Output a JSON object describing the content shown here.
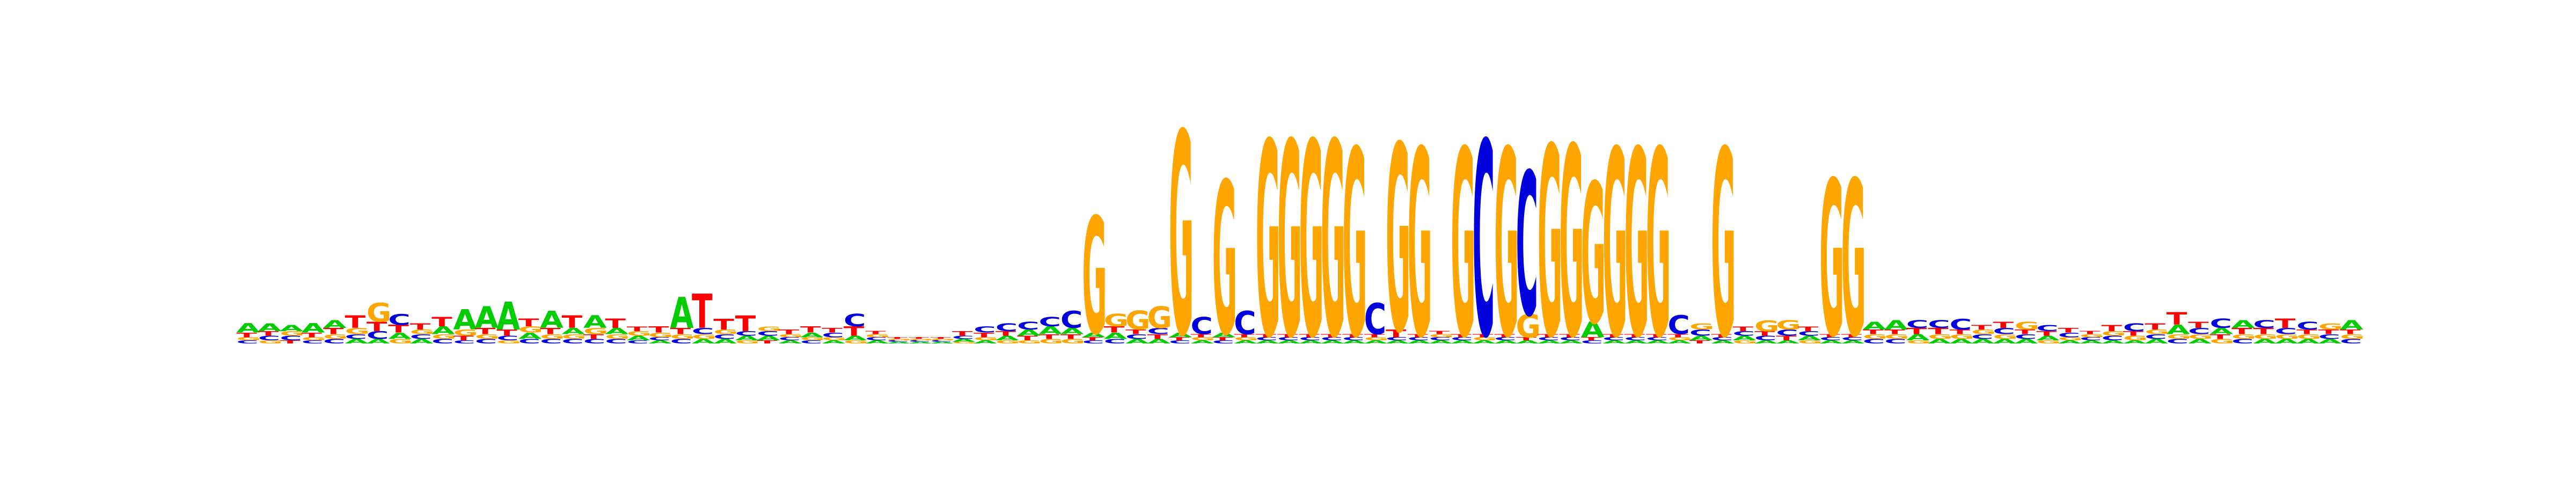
{
  "figure": {
    "type": "sequence-logo",
    "alphabet": [
      "A",
      "C",
      "G",
      "T"
    ],
    "colors": {
      "A": "#00cc00",
      "C": "#0000dd",
      "G": "#ffa500",
      "T": "#ff0000"
    },
    "y_range_bits": [
      0,
      2
    ],
    "positions": [
      {
        "A": 0.06,
        "C": 0.02,
        "G": 0.02,
        "T": 0.03
      },
      {
        "A": 0.05,
        "C": 0.03,
        "G": 0.02,
        "T": 0.03
      },
      {
        "A": 0.04,
        "C": 0.03,
        "G": 0.03,
        "T": 0.02
      },
      {
        "A": 0.06,
        "C": 0.02,
        "G": 0.02,
        "T": 0.03
      },
      {
        "A": 0.05,
        "C": 0.03,
        "G": 0.03,
        "T": 0.04
      },
      {
        "A": 0.03,
        "C": 0.03,
        "G": 0.04,
        "T": 0.08
      },
      {
        "A": 0.03,
        "C": 0.05,
        "G": 0.12,
        "T": 0.06
      },
      {
        "A": 0.04,
        "C": 0.07,
        "G": 0.03,
        "T": 0.05
      },
      {
        "A": 0.03,
        "C": 0.03,
        "G": 0.03,
        "T": 0.04
      },
      {
        "A": 0.05,
        "C": 0.03,
        "G": 0.03,
        "T": 0.06
      },
      {
        "A": 0.13,
        "C": 0.02,
        "G": 0.04,
        "T": 0.03
      },
      {
        "A": 0.14,
        "C": 0.03,
        "G": 0.03,
        "T": 0.04
      },
      {
        "A": 0.18,
        "C": 0.03,
        "G": 0.02,
        "T": 0.04
      },
      {
        "A": 0.04,
        "C": 0.03,
        "G": 0.04,
        "T": 0.05
      },
      {
        "A": 0.11,
        "C": 0.03,
        "G": 0.03,
        "T": 0.04
      },
      {
        "A": 0.04,
        "C": 0.03,
        "G": 0.03,
        "T": 0.08
      },
      {
        "A": 0.08,
        "C": 0.03,
        "G": 0.04,
        "T": 0.03
      },
      {
        "A": 0.04,
        "C": 0.03,
        "G": 0.03,
        "T": 0.06
      },
      {
        "A": 0.03,
        "C": 0.02,
        "G": 0.03,
        "T": 0.03
      },
      {
        "A": 0.02,
        "C": 0.02,
        "G": 0.03,
        "T": 0.04
      },
      {
        "A": 0.2,
        "C": 0.03,
        "G": 0.03,
        "T": 0.04
      },
      {
        "A": 0.03,
        "C": 0.04,
        "G": 0.03,
        "T": 0.22
      },
      {
        "A": 0.03,
        "C": 0.03,
        "G": 0.03,
        "T": 0.07
      },
      {
        "A": 0.03,
        "C": 0.03,
        "G": 0.02,
        "T": 0.1
      },
      {
        "A": 0.03,
        "C": 0.03,
        "G": 0.03,
        "T": 0.02
      },
      {
        "A": 0.02,
        "C": 0.02,
        "G": 0.02,
        "T": 0.03
      },
      {
        "A": 0.03,
        "C": 0.02,
        "G": 0.02,
        "T": 0.04
      },
      {
        "A": 0.02,
        "C": 0.03,
        "G": 0.02,
        "T": 0.03
      },
      {
        "A": 0.03,
        "C": 0.08,
        "G": 0.02,
        "T": 0.06
      },
      {
        "A": 0.02,
        "C": 0.02,
        "G": 0.02,
        "T": 0.02
      },
      {
        "A": 0.01,
        "C": 0.01,
        "G": 0.01,
        "T": 0.01
      },
      {
        "A": 0.01,
        "C": 0.01,
        "G": 0.01,
        "T": 0.01
      },
      {
        "A": 0.01,
        "C": 0.01,
        "G": 0.01,
        "T": 0.01
      },
      {
        "A": 0.02,
        "C": 0.02,
        "G": 0.01,
        "T": 0.03
      },
      {
        "A": 0.02,
        "C": 0.04,
        "G": 0.02,
        "T": 0.03
      },
      {
        "A": 0.03,
        "C": 0.05,
        "G": 0.02,
        "T": 0.03
      },
      {
        "A": 0.04,
        "C": 0.05,
        "G": 0.02,
        "T": 0.03
      },
      {
        "A": 0.05,
        "C": 0.06,
        "G": 0.03,
        "T": 0.03
      },
      {
        "A": 0.04,
        "C": 0.11,
        "G": 0.03,
        "T": 0.03
      },
      {
        "A": 0.03,
        "C": 0.02,
        "G": 0.75,
        "T": 0.02
      },
      {
        "A": 0.04,
        "C": 0.03,
        "G": 0.08,
        "T": 0.04
      },
      {
        "A": 0.03,
        "C": 0.03,
        "G": 0.12,
        "T": 0.03
      },
      {
        "A": 0.03,
        "C": 0.04,
        "G": 0.14,
        "T": 0.03
      },
      {
        "A": 0.03,
        "C": 0.02,
        "G": 1.3,
        "T": 0.02
      },
      {
        "A": 0.02,
        "C": 0.11,
        "G": 0.02,
        "T": 0.02
      },
      {
        "A": 0.03,
        "C": 0.02,
        "G": 0.98,
        "T": 0.02
      },
      {
        "A": 0.02,
        "C": 0.15,
        "G": 0.02,
        "T": 0.02
      },
      {
        "A": 0.02,
        "C": 0.02,
        "G": 1.25,
        "T": 0.02
      },
      {
        "A": 0.02,
        "C": 0.02,
        "G": 1.25,
        "T": 0.02
      },
      {
        "A": 0.02,
        "C": 0.02,
        "G": 1.25,
        "T": 0.02
      },
      {
        "A": 0.02,
        "C": 0.02,
        "G": 1.25,
        "T": 0.02
      },
      {
        "A": 0.02,
        "C": 0.02,
        "G": 1.2,
        "T": 0.02
      },
      {
        "A": 0.02,
        "C": 0.2,
        "G": 0.02,
        "T": 0.02
      },
      {
        "A": 0.02,
        "C": 0.02,
        "G": 1.2,
        "T": 0.05
      },
      {
        "A": 0.02,
        "C": 0.02,
        "G": 1.2,
        "T": 0.02
      },
      {
        "A": 0.02,
        "C": 0.02,
        "G": 0.02,
        "T": 0.02
      },
      {
        "A": 0.02,
        "C": 0.02,
        "G": 1.2,
        "T": 0.02
      },
      {
        "A": 0.02,
        "C": 1.25,
        "G": 0.02,
        "T": 0.02
      },
      {
        "A": 0.02,
        "C": 0.02,
        "G": 1.2,
        "T": 0.02
      },
      {
        "A": 0.02,
        "C": 0.92,
        "G": 0.15,
        "T": 0.02
      },
      {
        "A": 0.02,
        "C": 0.02,
        "G": 1.22,
        "T": 0.02
      },
      {
        "A": 0.02,
        "C": 0.02,
        "G": 1.22,
        "T": 0.02
      },
      {
        "A": 0.1,
        "C": 0.02,
        "G": 0.9,
        "T": 0.02
      },
      {
        "A": 0.02,
        "C": 0.02,
        "G": 1.2,
        "T": 0.02
      },
      {
        "A": 0.02,
        "C": 0.02,
        "G": 1.2,
        "T": 0.02
      },
      {
        "A": 0.02,
        "C": 0.02,
        "G": 1.2,
        "T": 0.02
      },
      {
        "A": 0.02,
        "C": 0.12,
        "G": 0.02,
        "T": 0.02
      },
      {
        "A": 0.03,
        "C": 0.04,
        "G": 0.04,
        "T": 0.02
      },
      {
        "A": 0.02,
        "C": 0.02,
        "G": 1.2,
        "T": 0.02
      },
      {
        "A": 0.03,
        "C": 0.03,
        "G": 0.02,
        "T": 0.03
      },
      {
        "A": 0.02,
        "C": 0.03,
        "G": 0.07,
        "T": 0.03
      },
      {
        "A": 0.02,
        "C": 0.04,
        "G": 0.06,
        "T": 0.03
      },
      {
        "A": 0.03,
        "C": 0.03,
        "G": 0.02,
        "T": 0.03
      },
      {
        "A": 0.02,
        "C": 0.02,
        "G": 1.0,
        "T": 0.02
      },
      {
        "A": 0.02,
        "C": 0.02,
        "G": 1.0,
        "T": 0.02
      },
      {
        "A": 0.05,
        "C": 0.03,
        "G": 0.03,
        "T": 0.03
      },
      {
        "A": 0.06,
        "C": 0.03,
        "G": 0.03,
        "T": 0.03
      },
      {
        "A": 0.04,
        "C": 0.05,
        "G": 0.02,
        "T": 0.04
      },
      {
        "A": 0.03,
        "C": 0.05,
        "G": 0.03,
        "T": 0.04
      },
      {
        "A": 0.03,
        "C": 0.07,
        "G": 0.03,
        "T": 0.03
      },
      {
        "A": 0.03,
        "C": 0.03,
        "G": 0.03,
        "T": 0.03
      },
      {
        "A": 0.03,
        "C": 0.04,
        "G": 0.03,
        "T": 0.04
      },
      {
        "A": 0.03,
        "C": 0.03,
        "G": 0.05,
        "T": 0.03
      },
      {
        "A": 0.03,
        "C": 0.04,
        "G": 0.02,
        "T": 0.03
      },
      {
        "A": 0.02,
        "C": 0.03,
        "G": 0.02,
        "T": 0.03
      },
      {
        "A": 0.02,
        "C": 0.02,
        "G": 0.02,
        "T": 0.02
      },
      {
        "A": 0.02,
        "C": 0.03,
        "G": 0.03,
        "T": 0.04
      },
      {
        "A": 0.02,
        "C": 0.05,
        "G": 0.03,
        "T": 0.03
      },
      {
        "A": 0.03,
        "C": 0.03,
        "G": 0.03,
        "T": 0.04
      },
      {
        "A": 0.06,
        "C": 0.03,
        "G": 0.03,
        "T": 0.08
      },
      {
        "A": 0.03,
        "C": 0.04,
        "G": 0.03,
        "T": 0.04
      },
      {
        "A": 0.04,
        "C": 0.06,
        "G": 0.03,
        "T": 0.03
      },
      {
        "A": 0.05,
        "C": 0.03,
        "G": 0.03,
        "T": 0.04
      },
      {
        "A": 0.03,
        "C": 0.05,
        "G": 0.03,
        "T": 0.04
      },
      {
        "A": 0.03,
        "C": 0.04,
        "G": 0.03,
        "T": 0.06
      },
      {
        "A": 0.03,
        "C": 0.05,
        "G": 0.03,
        "T": 0.03
      },
      {
        "A": 0.03,
        "C": 0.03,
        "G": 0.04,
        "T": 0.03
      },
      {
        "A": 0.06,
        "C": 0.03,
        "G": 0.03,
        "T": 0.03
      }
    ]
  }
}
